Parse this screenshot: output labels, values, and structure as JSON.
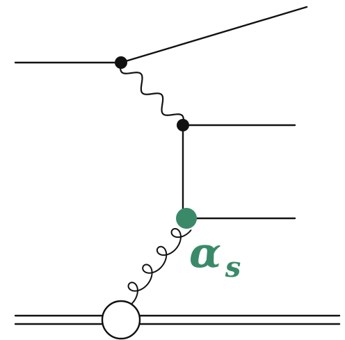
{
  "diagram": {
    "coupling_label": {
      "main": "α",
      "subscript": "s"
    },
    "colors": {
      "line": "#111111",
      "highlight": "#3a8a6a",
      "background": "#ffffff"
    },
    "elements": [
      "incoming-lepton-line",
      "outgoing-lepton-line",
      "photon-propagator",
      "quark-line",
      "gluon-propagator",
      "strong-vertex",
      "proton-double-line",
      "proton-blob"
    ]
  }
}
